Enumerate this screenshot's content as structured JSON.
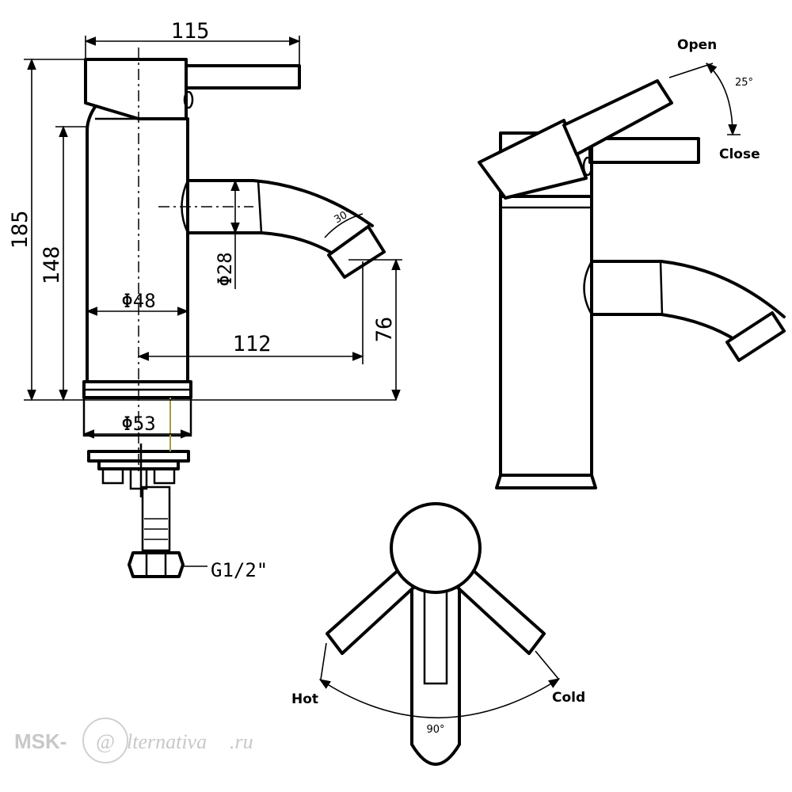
{
  "dimensions": {
    "width_top": "115",
    "height_total": "185",
    "height_body": "148",
    "diameter_spout": "Φ28",
    "diameter_body": "Φ48",
    "spout_reach": "112",
    "spout_height": "76",
    "diameter_base": "Φ53",
    "spout_angle": "30°",
    "thread": "G1/2\""
  },
  "side_view": {
    "open_label": "Open",
    "close_label": "Close",
    "lever_angle": "25°"
  },
  "top_view": {
    "hot_label": "Hot",
    "cold_label": "Cold",
    "rotation_angle": "90°"
  },
  "watermark": {
    "prefix": "MSK-",
    "mark": "@",
    "suffix": "lternativa",
    "tld": ".ru"
  }
}
